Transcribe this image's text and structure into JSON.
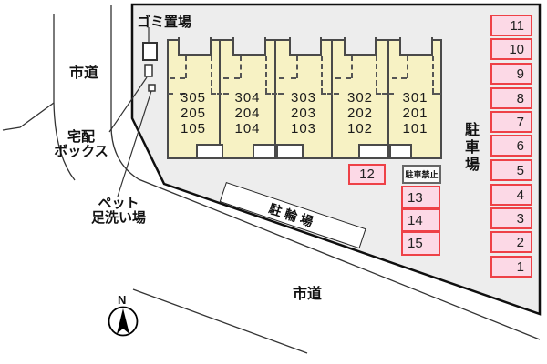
{
  "site": {
    "type": "property-layout-plan",
    "labels": {
      "garbage_area": "ゴミ置場",
      "road_left": "市道",
      "road_bottom": "市道",
      "delivery_box_line1": "宅配",
      "delivery_box_line2": "ボックス",
      "pet_wash_line1": "ペット",
      "pet_wash_line2": "足洗い場",
      "parking_lot_vertical": "駐車場",
      "bicycle_parking": "駐輪場",
      "no_parking_sign": "駐車禁止",
      "compass_north": "N"
    },
    "colors": {
      "site_fill": "#ededed",
      "building_fill": "#f7f2c4",
      "building_border": "#4a4a4a",
      "stall_fill": "#fcd9e6",
      "stall_border": "#ee4147"
    }
  },
  "building": {
    "units": [
      {
        "rooms": [
          "305",
          "205",
          "105"
        ]
      },
      {
        "rooms": [
          "304",
          "204",
          "104"
        ]
      },
      {
        "rooms": [
          "303",
          "203",
          "103"
        ]
      },
      {
        "rooms": [
          "302",
          "202",
          "102"
        ]
      },
      {
        "rooms": [
          "301",
          "201",
          "101"
        ]
      }
    ]
  },
  "parking": {
    "right_column_top_to_bottom": [
      "11",
      "10",
      "9",
      "8",
      "7",
      "6",
      "5",
      "4",
      "3",
      "2",
      "1"
    ],
    "stall_12": "12",
    "bottom_column": [
      "13",
      "14",
      "15"
    ]
  }
}
